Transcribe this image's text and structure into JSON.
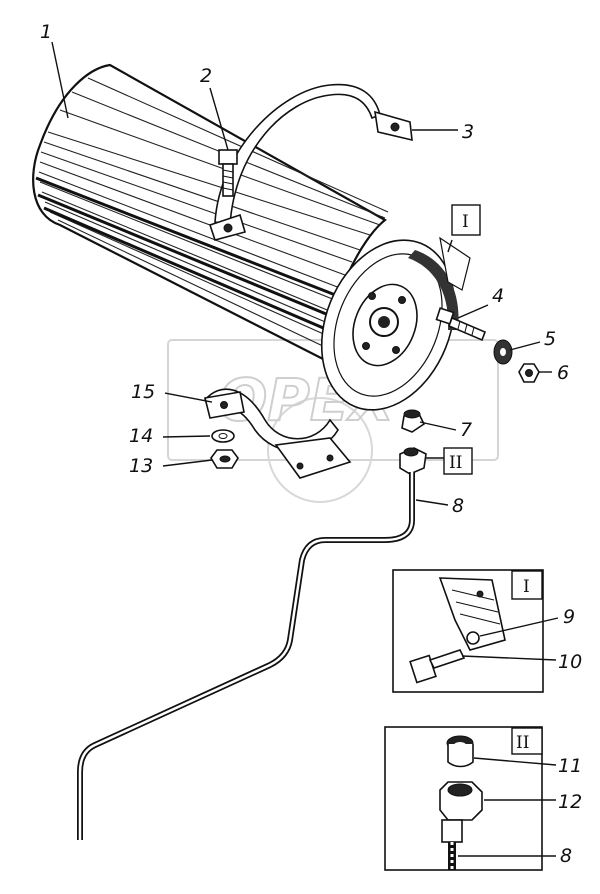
{
  "watermark": {
    "text": "OPEX"
  },
  "callouts": {
    "c1": "1",
    "c2": "2",
    "c3": "3",
    "c4": "4",
    "c5": "5",
    "c6": "6",
    "c7": "7",
    "c8": "8",
    "c9": "9",
    "c10": "10",
    "c11": "11",
    "c12": "12",
    "c13": "13",
    "c14": "14",
    "c15": "15",
    "c8b": "8"
  },
  "detail_markers": {
    "mark_I": "I",
    "mark_II": "II",
    "box_I": "I",
    "box_II": "II"
  },
  "colors": {
    "ink": "#111111",
    "watermark": "#cfcfcf",
    "background": "#ffffff"
  }
}
